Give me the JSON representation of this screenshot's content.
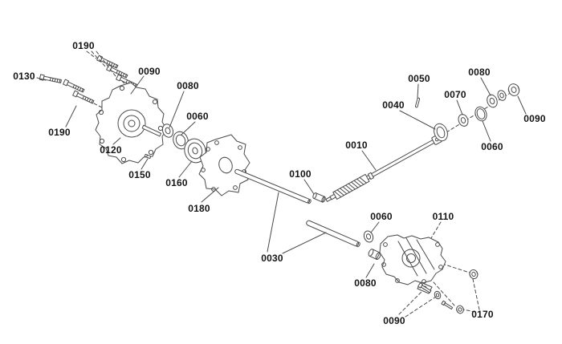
{
  "figure": {
    "type": "exploded-parts-diagram",
    "background": "#ffffff",
    "line_color": "#4a4a4a",
    "label_color": "#141414"
  },
  "depicted_parts": [
    "hex-bolt",
    "flat-washer",
    "gearbox-housing-left",
    "retaining-clip",
    "ball-bearing",
    "idler-pulley",
    "gasket-plate",
    "drive-shaft",
    "coupler-spacer",
    "spring-loaded-shaft",
    "roll-pin",
    "snap-ring",
    "hex-nut",
    "bushing",
    "gearbox-housing-right",
    "stud-bolt"
  ],
  "callouts": [
    {
      "text": "0190"
    },
    {
      "text": "0130"
    },
    {
      "text": "0090"
    },
    {
      "text": "0190"
    },
    {
      "text": "0080"
    },
    {
      "text": "0060"
    },
    {
      "text": "0120"
    },
    {
      "text": "0150"
    },
    {
      "text": "0160"
    },
    {
      "text": "0180"
    },
    {
      "text": "0100"
    },
    {
      "text": "0030"
    },
    {
      "text": "0010"
    },
    {
      "text": "0040"
    },
    {
      "text": "0050"
    },
    {
      "text": "0070"
    },
    {
      "text": "0080"
    },
    {
      "text": "0090"
    },
    {
      "text": "0060"
    },
    {
      "text": "0060"
    },
    {
      "text": "0110"
    },
    {
      "text": "0080"
    },
    {
      "text": "0090"
    },
    {
      "text": "0170"
    }
  ]
}
